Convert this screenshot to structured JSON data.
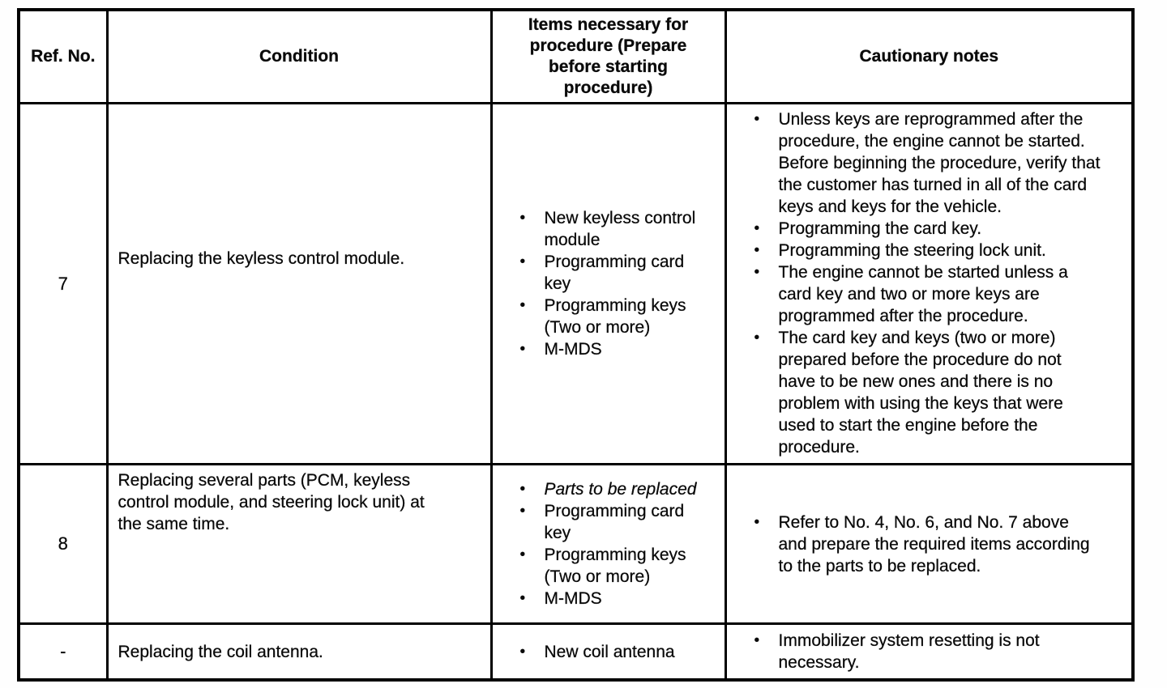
{
  "glyphs": {
    "bullet": "•"
  },
  "table": {
    "headers": [
      "Ref. No.",
      "Condition",
      "Items necessary for procedure (Prepare before starting procedure)",
      "Cautionary notes"
    ],
    "rows": [
      {
        "ref": "7",
        "condition": "Replacing the keyless control module.",
        "items": [
          "New keyless control module",
          "Programming card key",
          "Programming keys (Two or more)",
          "M-MDS"
        ],
        "notes": [
          "Unless keys are reprogrammed after the procedure, the engine cannot be started. Before beginning the procedure, verify that the customer has turned in all of the card keys and keys for the vehicle.",
          "Programming the card key.",
          "Programming the steering lock unit.",
          "The engine cannot be started unless a card key and two or more keys are programmed after the procedure.",
          "The card key and keys (two or more) prepared before the procedure do not have to be new ones and there is no problem with using the keys that were used to start the engine before the procedure."
        ]
      },
      {
        "ref": "8",
        "condition": "Replacing several parts (PCM, keyless control module, and steering lock unit) at the same time.",
        "items": [
          "Parts to be replaced",
          "Programming card key",
          "Programming keys (Two or more)",
          "M-MDS"
        ],
        "notes": [
          "Refer to No. 4, No. 6, and No. 7 above and prepare the required items according to the parts to be replaced."
        ]
      },
      {
        "ref": "-",
        "condition": "Replacing the coil antenna.",
        "items": [
          "New coil antenna"
        ],
        "notes": [
          "Immobilizer system resetting is not necessary."
        ]
      }
    ]
  }
}
